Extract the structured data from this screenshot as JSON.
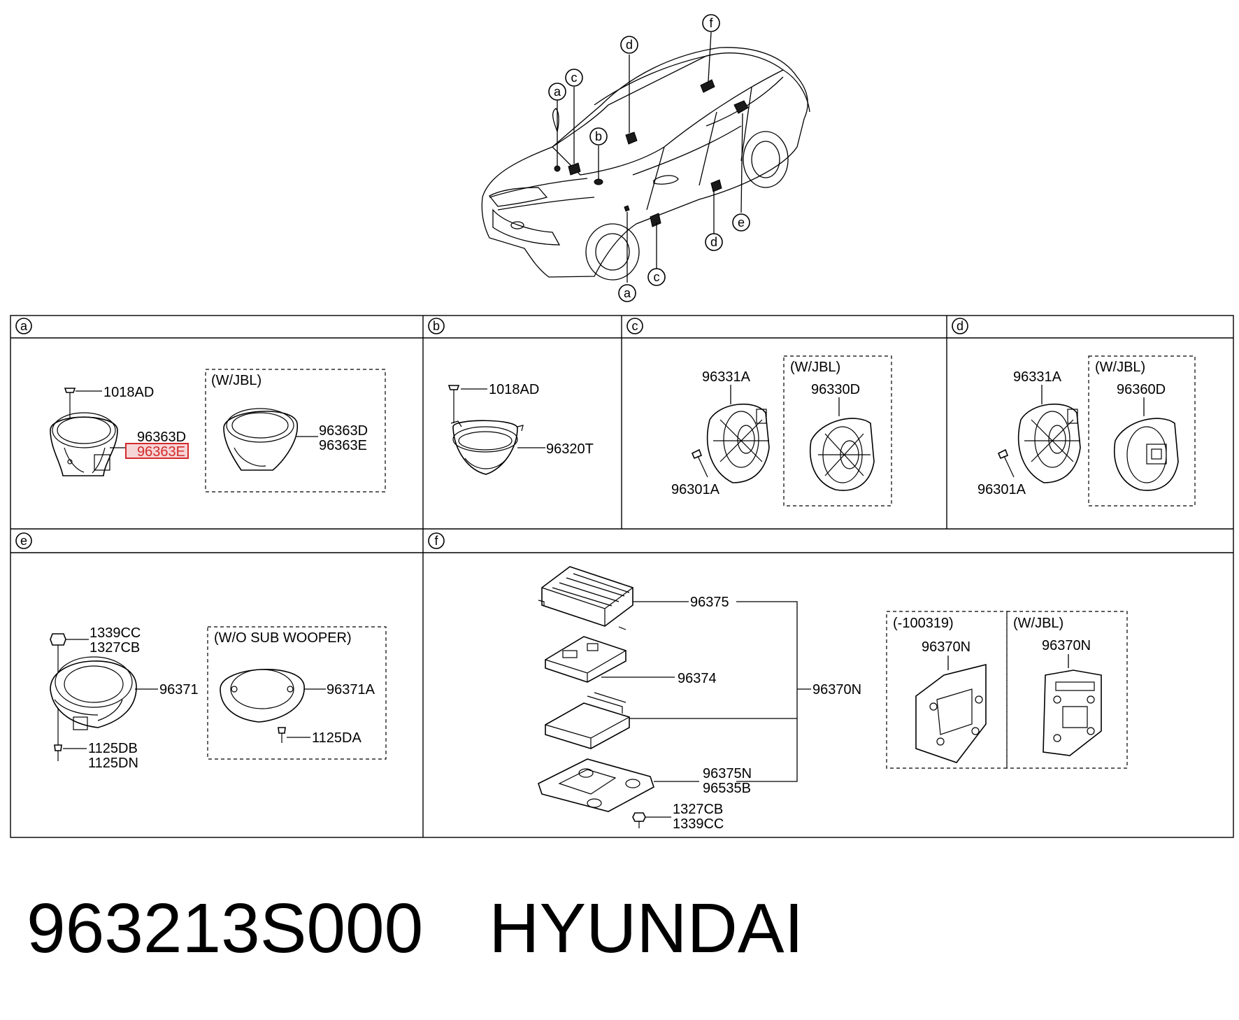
{
  "overview": {
    "callouts": [
      {
        "id": "top-a",
        "letter": "a"
      },
      {
        "id": "top-c",
        "letter": "c"
      },
      {
        "id": "top-d",
        "letter": "d"
      },
      {
        "id": "top-b",
        "letter": "b"
      },
      {
        "id": "top-f",
        "letter": "f"
      },
      {
        "id": "bot-a",
        "letter": "a"
      },
      {
        "id": "bot-c",
        "letter": "c"
      },
      {
        "id": "bot-d",
        "letter": "d"
      },
      {
        "id": "bot-e",
        "letter": "e"
      }
    ]
  },
  "panels": {
    "a": {
      "letter": "a",
      "group_label": "(W/JBL)",
      "labels": [
        "1018AD",
        "96363D",
        "96363E",
        "96363D",
        "96363E"
      ]
    },
    "b": {
      "letter": "b",
      "labels": [
        "1018AD",
        "96320T"
      ]
    },
    "c": {
      "letter": "c",
      "group_label": "(W/JBL)",
      "labels": [
        "96331A",
        "96301A",
        "96330D"
      ]
    },
    "d": {
      "letter": "d",
      "group_label": "(W/JBL)",
      "labels": [
        "96331A",
        "96301A",
        "96360D"
      ]
    },
    "e": {
      "letter": "e",
      "group_label": "(W/O SUB WOOPER)",
      "labels": [
        "1339CC",
        "1327CB",
        "96371",
        "1125DB",
        "1125DN",
        "96371A",
        "1125DA"
      ]
    },
    "f": {
      "letter": "f",
      "group_label_1": "(-100319)",
      "group_label_2": "(W/JBL)",
      "labels": [
        "96375",
        "96374",
        "96370N",
        "96375N",
        "96535B",
        "1327CB",
        "1339CC",
        "96370N",
        "96370N"
      ]
    }
  },
  "highlight": {
    "part": "96363E",
    "color": "#d42a2a"
  },
  "footer": {
    "part_number": "963213S000",
    "brand": "HYUNDAI"
  }
}
